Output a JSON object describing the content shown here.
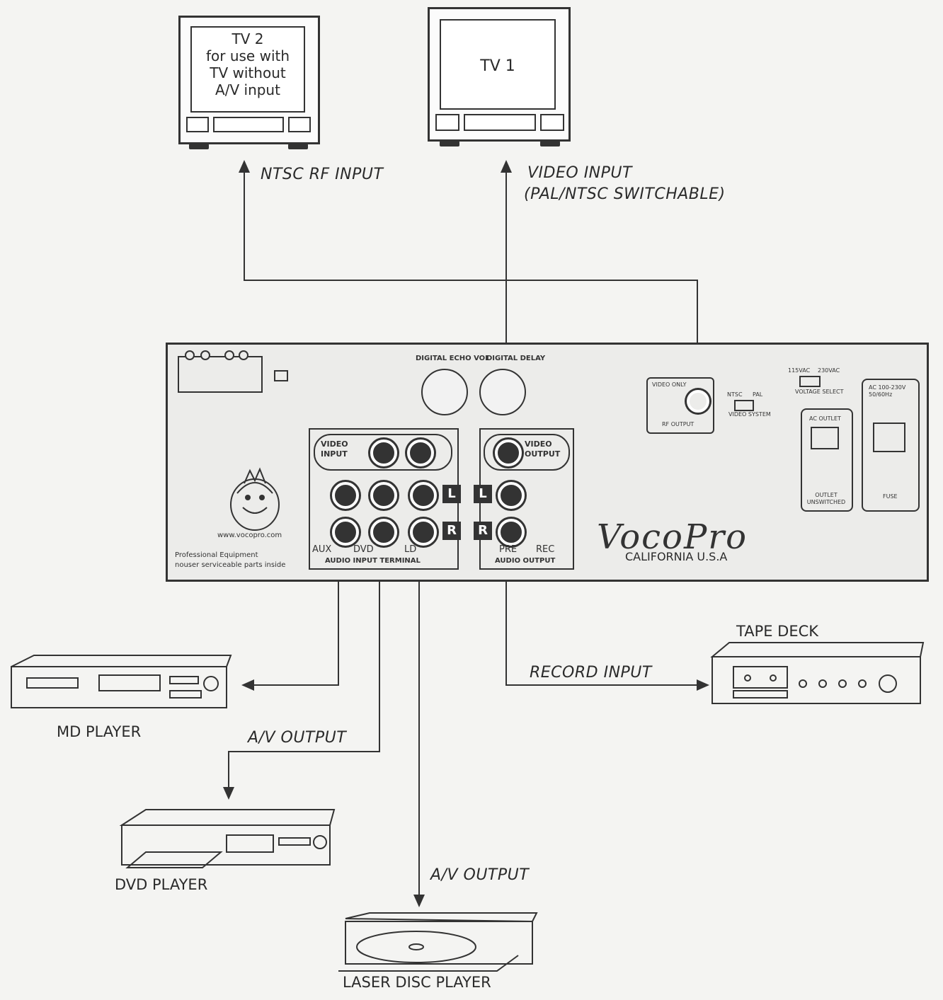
{
  "tv2": {
    "lines": [
      "TV 2",
      "for use with",
      "TV without",
      "A/V input"
    ]
  },
  "tv1": {
    "label": "TV 1"
  },
  "labels": {
    "ntsc_rf": "NTSC RF INPUT",
    "video_input_1": "VIDEO INPUT",
    "video_input_2": "(PAL/NTSC SWITCHABLE)",
    "record_input": "RECORD INPUT",
    "av_output_dvd": "A/V OUTPUT",
    "av_output_ld": "A/V OUTPUT"
  },
  "panel": {
    "digital_echo_vol": "DIGITAL ECHO VOL",
    "digital_delay": "DIGITAL DELAY",
    "video_input": "VIDEO INPUT",
    "video_output": "VIDEO OUTPUT",
    "left": "L",
    "right": "R",
    "aux": "AUX",
    "dvd": "DVD",
    "ld": "LD",
    "pre": "PRE",
    "rec": "REC",
    "audio_input_terminal": "AUDIO INPUT TERMINAL",
    "audio_output": "AUDIO OUTPUT",
    "website": "www.vocopro.com",
    "professional_1": "Professional Equipment",
    "professional_2": "nouser serviceable parts inside",
    "brand": "VocoPro",
    "brand_sub": "CALIFORNIA U.S.A",
    "video_only": "VIDEO ONLY",
    "rf_output": "RF OUTPUT",
    "ntsc": "NTSC",
    "pal": "PAL",
    "video_system": "VIDEO SYSTEM",
    "voltage_115": "115VAC",
    "voltage_230": "230VAC",
    "voltage_select": "VOLTAGE SELECT",
    "ac_outlet": "AC OUTLET",
    "outlet_note": "OUTLET UNSWITCHED",
    "power_label": "AC 100-230V 50/60Hz",
    "fuse": "FUSE"
  },
  "devices": {
    "md_player": "MD PLAYER",
    "dvd_player": "DVD PLAYER",
    "laser_disc": "LASER DISC PLAYER",
    "tape_deck": "TAPE DECK"
  },
  "colors": {
    "ink": "#333333",
    "paper": "#f4f4f2"
  }
}
